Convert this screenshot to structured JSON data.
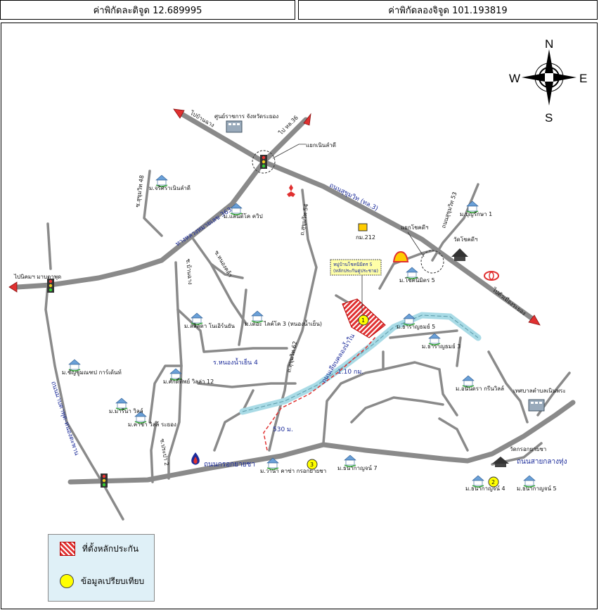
{
  "header": {
    "latitude_label": "ค่าพิกัดละติจูด 12.689995",
    "longitude_label": "ค่าพิกัดลองจิจูด 101.193819"
  },
  "compass": {
    "n": "N",
    "s": "S",
    "e": "E",
    "w": "W"
  },
  "roads": {
    "sukhumvit": "ถนนสุขุมวิท (ทล.3)",
    "route_363": "ทางหลวงหมายเลข 363",
    "kroksaiyaya": "ถนนกรอกยายชา",
    "saikrok_to_thung": "ถนนสายกลางทุ่ง",
    "map_ta_phut": "ถนนมาบตาพุด-หนองตะพาน",
    "canal_road": "ถนนเลียบคลองน้ำใน",
    "sukhumvit_54": "ถ.สุขุมวิท 54",
    "sukhumvit_48": "ซ.สุขุมวิท 48",
    "sukhumvit_53": "ถนนสุขุมวิท 53",
    "sukhumvit_62": "ถ.สุขุมวิท 62",
    "soi_nong_khla": "ซ.หนองคล้า",
    "soi_ban_cha": "ซ.บ้านฉาง",
    "soi_pracha_2": "ซ.ประปา 2",
    "to_ban_chang": "ไปบ้านฉาง",
    "to_pl36": "ไป ทล.36",
    "to_map_ta_phut": "ไปนิคมฯ มาบตาพุด",
    "to_rayong_city": "ไปตัวเมืองระยอง"
  },
  "places": {
    "rayong_center": "ศูนย์ราชการ จังหวัดระยอง",
    "noen_lam_di_junction": "แยกเนินลำดี",
    "choeng_noen_junction": "แยกโชคดีฯ",
    "km212": "กม.212",
    "wat_choeng_noen": "วัดโชคดีฯ",
    "wat_krok_yai_cha": "วัดกรอกยายชา",
    "noen_phra_municipality": "เทศบาลตำบลเนินพระ",
    "subject_callout_1": "หมู่บ้านโชคนิมิตร 5",
    "subject_callout_2": "(หลักประกันคู่ประชาย)",
    "reservoir": "ร.หนองน้ำเย็น 4",
    "dist_1": "1.10 กม.",
    "dist_2": "530 ม."
  },
  "villages": [
    "ม.จริศราเนินลำดี",
    "ม.แลนด์โค ควิป",
    "ม.บุญรักษา 1",
    "ม.โชคนิมิตร 5",
    "ม.ลลิลดา โนเอิร์นยัน",
    "ม.เดอะ ไลค์โค 3 (หนองน้ำเย็น)",
    "ม.ธาราญธมย์ 5",
    "ม.ธาราญธมย์ 3",
    "ม.ชัญชูมณฑป การ์เด้นท์",
    "ม.ศักดิ์ทิพย์ วิลล่า 12",
    "ม.มารีน่า วิลล์",
    "ม.คาซ่า วิลล์ ระยอง",
    "ม.อนันดรา กรีนวิลล์",
    "ม.วาน่า คาซ่า กรอกยายชา",
    "ม.ธนากาญจน์ 7",
    "ม.ธนากาญจน์ 4",
    "ม.ธนากาญจน์ 5"
  ],
  "markers": {
    "m1": "1",
    "m2": "2",
    "m3": "3"
  },
  "legend": {
    "subject_label": "ที่ตั้งหลักประกัน",
    "comparable_label": "ข้อมูลเปรียบเทียบ"
  },
  "colors": {
    "road": "#8a8a8a",
    "canal": "#a9dbe6",
    "subject": "#e03030",
    "marker": "#ffff00",
    "label_blue": "#1b2b9a",
    "legend_bg": "#dff0f7"
  }
}
